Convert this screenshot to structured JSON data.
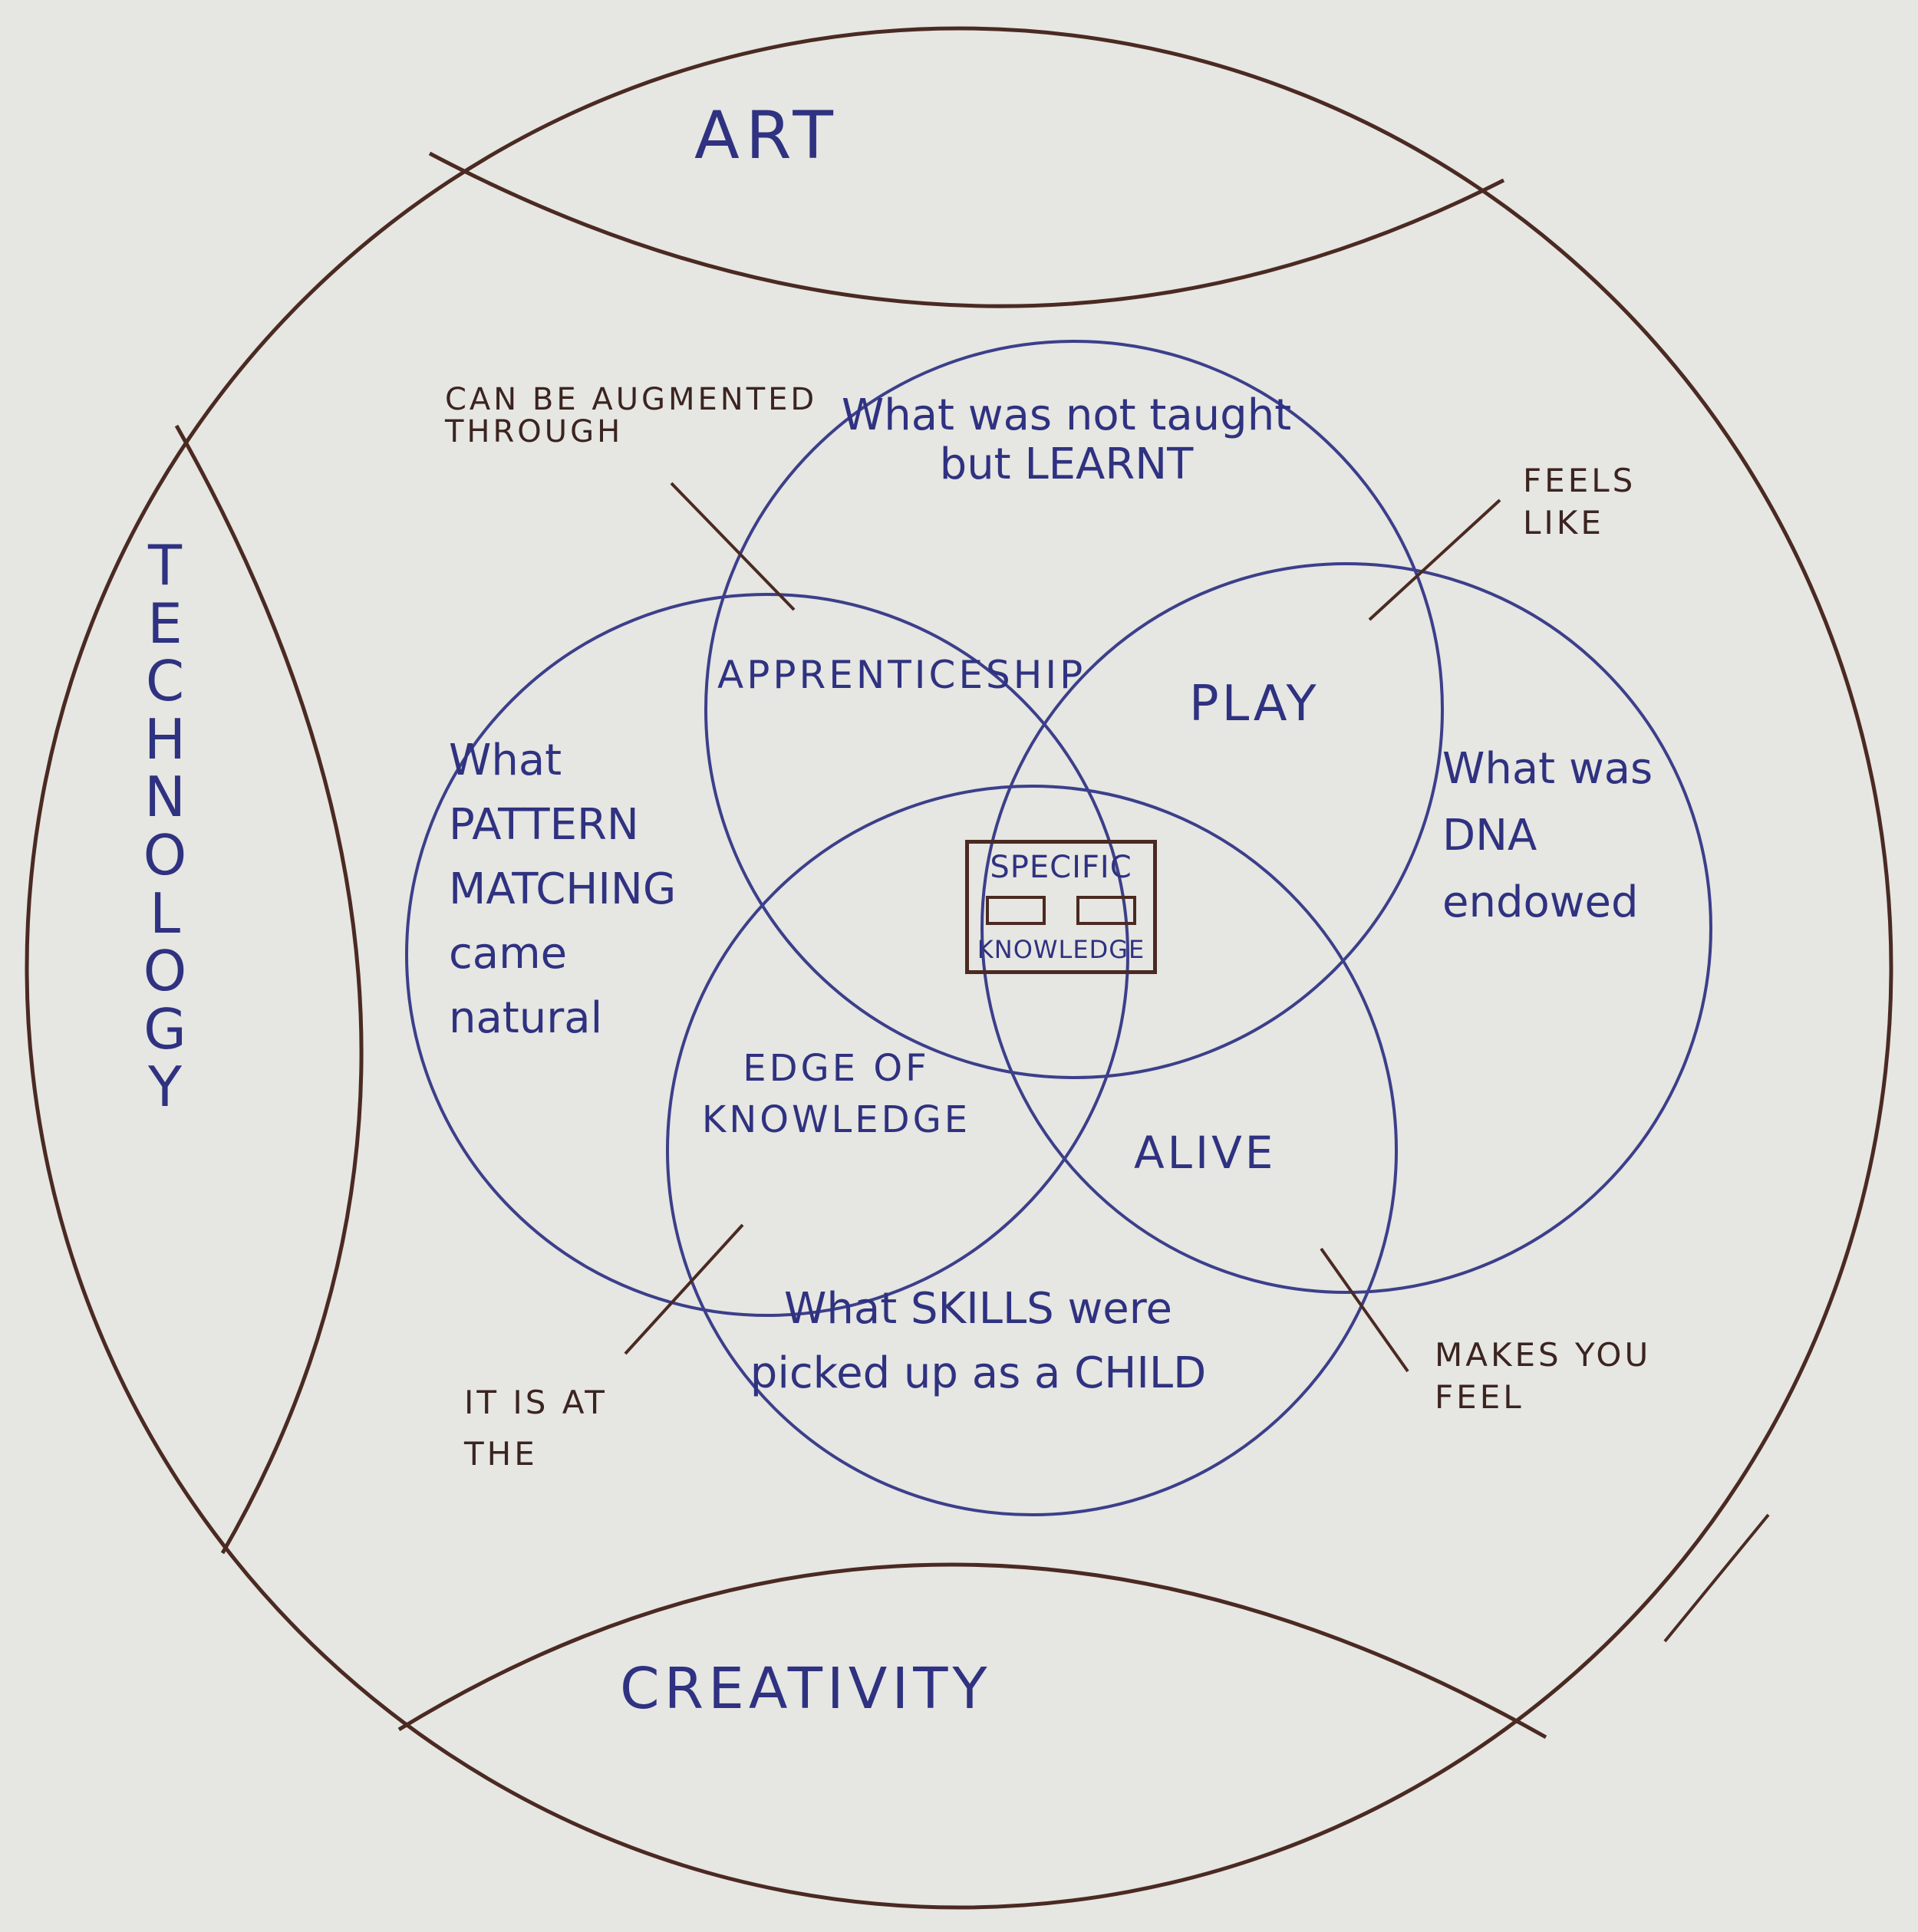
{
  "outer_sections": {
    "top": "ART",
    "left": "TECHNOLOGY",
    "bottom": "CREATIVITY"
  },
  "circles": {
    "top": "What was not taught but LEARNT",
    "right": "What was DNA endowed",
    "left": "What PATTERN MATCHING came natural",
    "bottom": "What SKILLS were picked up as a CHILD"
  },
  "overlaps": {
    "top_left": "APPRENTICESHIP",
    "top_right": "PLAY",
    "bottom_left": "EDGE OF KNOWLEDGE",
    "bottom_right": "ALIVE"
  },
  "center": {
    "line1": "SPECIFIC",
    "line2": "KNOWLEDGE"
  },
  "annotations": {
    "top_left": "CAN BE AUGMENTED THROUGH",
    "top_right": "FEELS LIKE",
    "bottom_left": "IT IS AT THE",
    "bottom_right": "MAKES YOU FEEL"
  },
  "colors": {
    "outer_ink": "#4a2a22",
    "venn_ink": "#3c3f8a",
    "text_blue": "#2f3280",
    "text_brown": "#3b2420",
    "paper": "#e6e6e2"
  }
}
